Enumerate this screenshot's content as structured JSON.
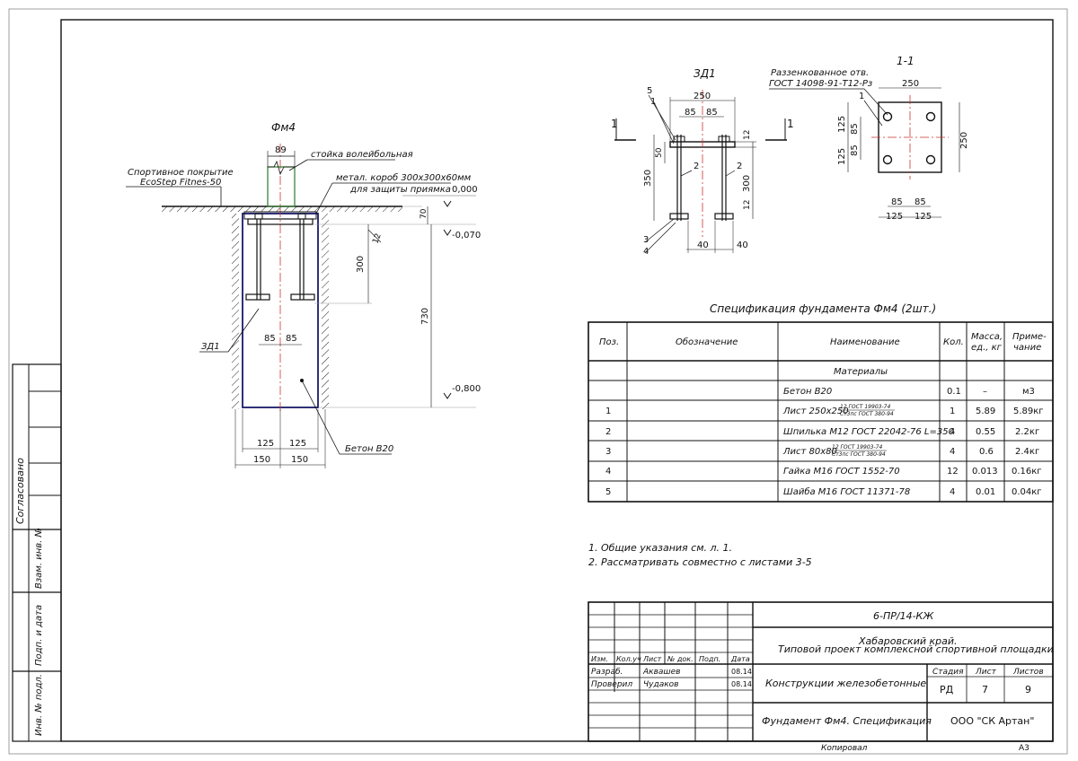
{
  "fm4_view": {
    "title": "Фм4",
    "dim_89": "89",
    "label_post": "стойка волейбольная",
    "label_surface_1": "Спортивное покрытие",
    "label_surface_2": "EcoStep Fitnes-50",
    "label_box_1": "метал. короб 300х300х60мм",
    "label_box_2": "для защиты приямка",
    "level_0": "0,000",
    "level_070": "-0,070",
    "level_800": "-0,800",
    "dim_70": "70",
    "dim_12": "12",
    "dim_300": "300",
    "dim_730": "730",
    "dim_85a": "85",
    "dim_85b": "85",
    "label_zd1": "ЗД1",
    "dim_125a": "125",
    "dim_125b": "125",
    "dim_150a": "150",
    "dim_150b": "150",
    "label_concrete": "Бетон В20"
  },
  "zd1_view": {
    "title": "ЗД1",
    "section_mark": "1",
    "dim_250": "250",
    "dim_85a": "85",
    "dim_85b": "85",
    "dim_12a": "12",
    "dim_12b": "12",
    "dim_50": "50",
    "dim_350": "350",
    "dim_300": "300",
    "dim_40a": "40",
    "dim_40b": "40",
    "pos_5": "5",
    "pos_1": "1",
    "pos_2a": "2",
    "pos_2b": "2",
    "pos_3": "3",
    "pos_4": "4"
  },
  "section_view": {
    "title": "1-1",
    "label_hole_1": "Раззенкованное отв.",
    "label_hole_2": "ГОСТ 14098-91-Т12-Рз",
    "pos_1": "1",
    "dim_250_top": "250",
    "dim_250_right": "250",
    "dim_125a": "125",
    "dim_125b": "125",
    "dim_85a": "85",
    "dim_85b": "85",
    "dim_b85a": "85",
    "dim_b85b": "85",
    "dim_b125a": "125",
    "dim_b125b": "125"
  },
  "spec": {
    "title": "Спецификация фундамента Фм4 (2шт.)",
    "headers": [
      "Поз.",
      "Обозначение",
      "Наименование",
      "Кол.",
      "Масса, ед., кг",
      "Приме- чание"
    ],
    "header_mass_1": "Масса,",
    "header_mass_2": "ед., кг",
    "header_note_1": "Приме-",
    "header_note_2": "чание",
    "section_materials": "Материалы",
    "rows": [
      {
        "pos": "",
        "name": "Бетон В20",
        "frac_top": "",
        "frac_bot": "",
        "suffix": "",
        "qty": "0.1",
        "mass": "–",
        "note": "м3"
      },
      {
        "pos": "1",
        "name": "Лист 250х250",
        "frac_top": "12 ГОСТ 19903-74",
        "frac_bot": "Ст3пс ГОСТ 380-94",
        "suffix": "",
        "qty": "1",
        "mass": "5.89",
        "note": "5.89кг"
      },
      {
        "pos": "2",
        "name": "Шпилька М12  ГОСТ 22042-76 L=350",
        "frac_top": "",
        "frac_bot": "",
        "suffix": "",
        "qty": "4",
        "mass": "0.55",
        "note": "2.2кг"
      },
      {
        "pos": "3",
        "name": "Лист 80х80",
        "frac_top": "12 ГОСТ 19903-74",
        "frac_bot": "Ст3пс ГОСТ 380-94",
        "suffix": "",
        "qty": "4",
        "mass": "0.6",
        "note": "2.4кг"
      },
      {
        "pos": "4",
        "name": "Гайка М16 ГОСТ 1552-70",
        "frac_top": "",
        "frac_bot": "",
        "suffix": "",
        "qty": "12",
        "mass": "0.013",
        "note": "0.16кг"
      },
      {
        "pos": "5",
        "name": "Шайба М16 ГОСТ 11371-78",
        "frac_top": "",
        "frac_bot": "",
        "suffix": "",
        "qty": "4",
        "mass": "0.01",
        "note": "0.04кг"
      }
    ]
  },
  "notes": {
    "line1": "1. Общие указания см. л. 1.",
    "line2": "2. Рассматривать совместно с листами 3-5"
  },
  "title_block": {
    "code": "6-ПР/14-КЖ",
    "project_1": "Хабаровский край.",
    "project_2": "Типовой проект комплексной спортивной площадки",
    "col_izm": "Изм.",
    "col_kol": "Кол.уч",
    "col_list": "Лист",
    "col_ndok": "№ док.",
    "col_podp": "Подп.",
    "col_data": "Дата",
    "role_1": "Разраб.",
    "person_1": "Аквашев",
    "date_1": "08.14",
    "role_2": "Проверил",
    "person_2": "Чудаков",
    "date_2": "08.14",
    "section_name": "Конструкции железобетонные",
    "label_stage": "Стадия",
    "label_sheet": "Лист",
    "label_sheets": "Листов",
    "stage": "РД",
    "sheet": "7",
    "sheets": "9",
    "drawing_name": "Фундамент Фм4. Спецификация",
    "company": "ООО \"СК Артан\"",
    "copied": "Копировал",
    "format": "А3"
  },
  "side_stamp": {
    "agreed": "Согласовано",
    "inv_vzam": "Взам. инв. №",
    "sign_date": "Подп. и дата",
    "inv_orig": "Инв. № подл."
  }
}
